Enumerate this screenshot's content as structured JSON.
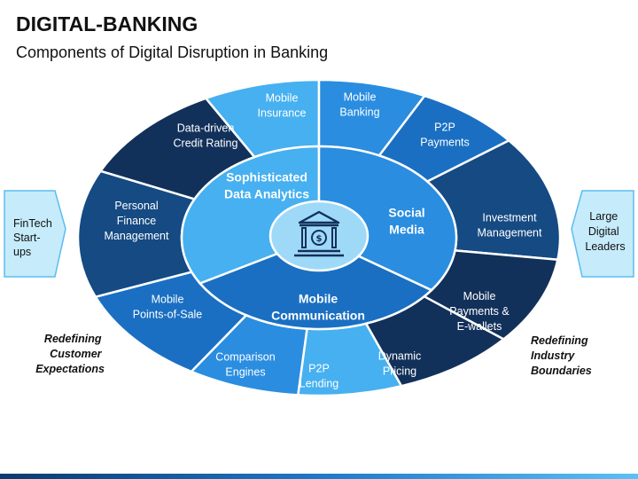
{
  "header": {
    "title": "DIGITAL-BANKING",
    "subtitle": "Components of Digital Disruption in Banking"
  },
  "colors": {
    "navy": "#12315a",
    "dark_blue": "#154a83",
    "mid_blue": "#1a6fc2",
    "bright_blue": "#2a8de0",
    "light_blue": "#46b0f0",
    "pale_blue": "#9fd9f8",
    "outline": "#ffffff"
  },
  "outer_segments": [
    {
      "label": [
        "Mobile",
        "Insurance"
      ],
      "color": "light_blue"
    },
    {
      "label": [
        "Mobile",
        "Banking"
      ],
      "color": "bright_blue"
    },
    {
      "label": [
        "P2P",
        "Payments"
      ],
      "color": "mid_blue"
    },
    {
      "label": [
        "Investment",
        "Management"
      ],
      "color": "dark_blue"
    },
    {
      "label": [
        "Mobile",
        "Payments &",
        "E-wallets"
      ],
      "color": "navy"
    },
    {
      "label": [
        "Dynamic",
        "Pricing"
      ],
      "color": "navy"
    },
    {
      "label": [
        "P2P",
        "Lending"
      ],
      "color": "light_blue"
    },
    {
      "label": [
        "Comparison",
        "Engines"
      ],
      "color": "bright_blue"
    },
    {
      "label": [
        "Mobile",
        "Points-of-Sale"
      ],
      "color": "mid_blue"
    },
    {
      "label": [
        "Personal",
        "Finance",
        "Management"
      ],
      "color": "dark_blue"
    },
    {
      "label": [
        "Data-driven",
        "Credit Rating"
      ],
      "color": "navy"
    }
  ],
  "inner_segments": [
    {
      "label": [
        "Sophisticated",
        "Data Analytics"
      ],
      "color": "light_blue"
    },
    {
      "label": [
        "Social",
        "Media"
      ],
      "color": "bright_blue"
    },
    {
      "label": [
        "Mobile",
        "Communication"
      ],
      "color": "mid_blue"
    }
  ],
  "center_icon": "bank-icon",
  "left_box": {
    "label": [
      "FinTech",
      "Start-",
      "ups"
    ]
  },
  "right_box": {
    "label": [
      "Large",
      "Digital",
      "Leaders"
    ]
  },
  "left_note": [
    "Redefining",
    "Customer",
    "Expectations"
  ],
  "right_note": [
    "Redefining",
    "Industry",
    "Boundaries"
  ]
}
